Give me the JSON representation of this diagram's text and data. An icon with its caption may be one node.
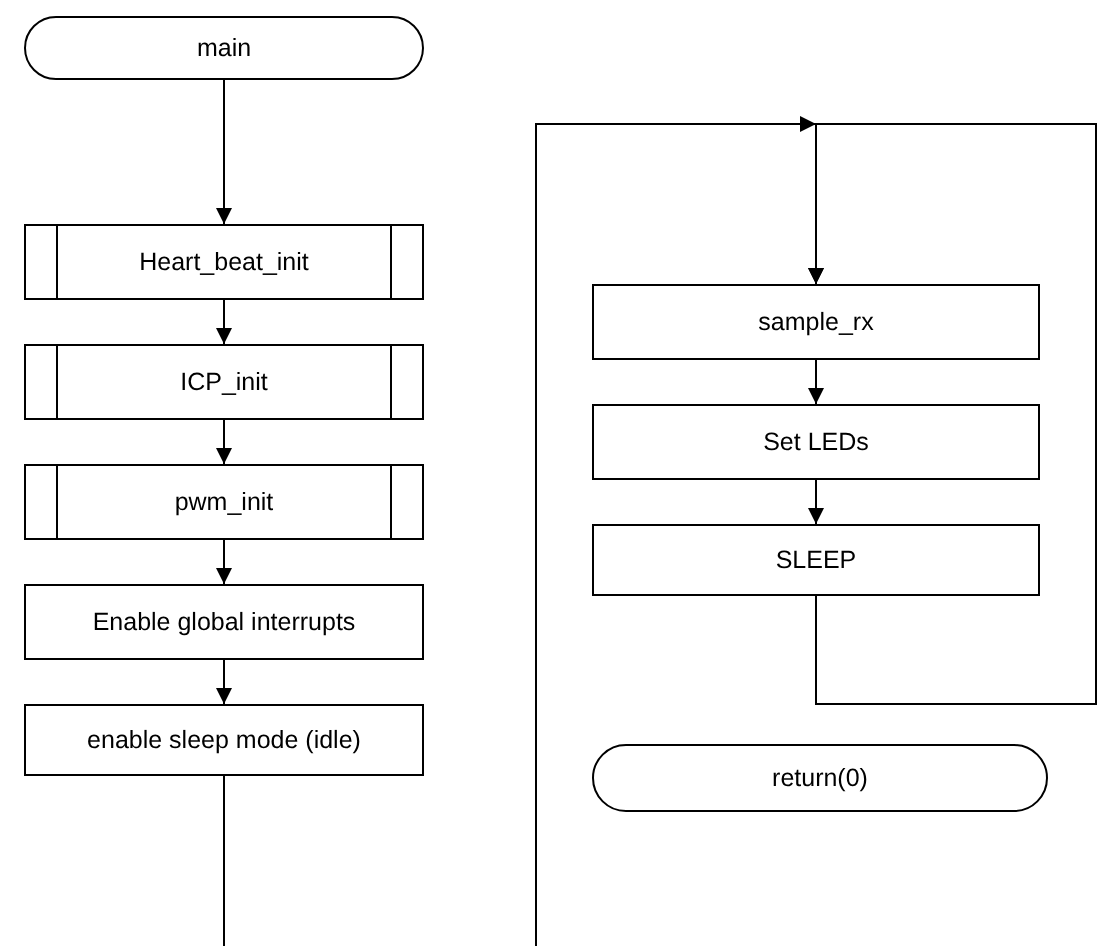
{
  "diagram": {
    "nodes": [
      {
        "text": [
          "main"
        ]
      },
      {
        "text": [
          "Heart_beat_init"
        ]
      },
      {
        "text": [
          "ICP_init"
        ]
      },
      {
        "text": [
          "pwm_init"
        ]
      },
      {
        "text": [
          "Enable global interrupts"
        ]
      },
      {
        "text": [
          "enable sleep mode (idle)"
        ]
      },
      {
        "text": [
          "sample_rx"
        ]
      },
      {
        "text": [
          "Set LEDs"
        ]
      },
      {
        "text": [
          "SLEEP"
        ]
      },
      {
        "text": [
          "return(0)"
        ]
      }
    ],
    "edges": [
      {
        "from": 0,
        "to": 1,
        "arrow": "to"
      },
      {
        "from": 1,
        "to": 2,
        "arrow": "to"
      },
      {
        "from": 2,
        "to": 3,
        "arrow": "to"
      },
      {
        "from": 3,
        "to": 4,
        "arrow": "to"
      },
      {
        "from": 4,
        "to": 5,
        "arrow": "to"
      },
      {
        "from": 5,
        "to": null,
        "arrow": "none"
      },
      {
        "from": null,
        "to": 6,
        "arrow": "to"
      },
      {
        "from": 6,
        "to": 7,
        "arrow": "to"
      },
      {
        "from": 7,
        "to": 8,
        "arrow": "to"
      },
      {
        "from": 8,
        "to": 6,
        "arrow": "to"
      }
    ]
  }
}
